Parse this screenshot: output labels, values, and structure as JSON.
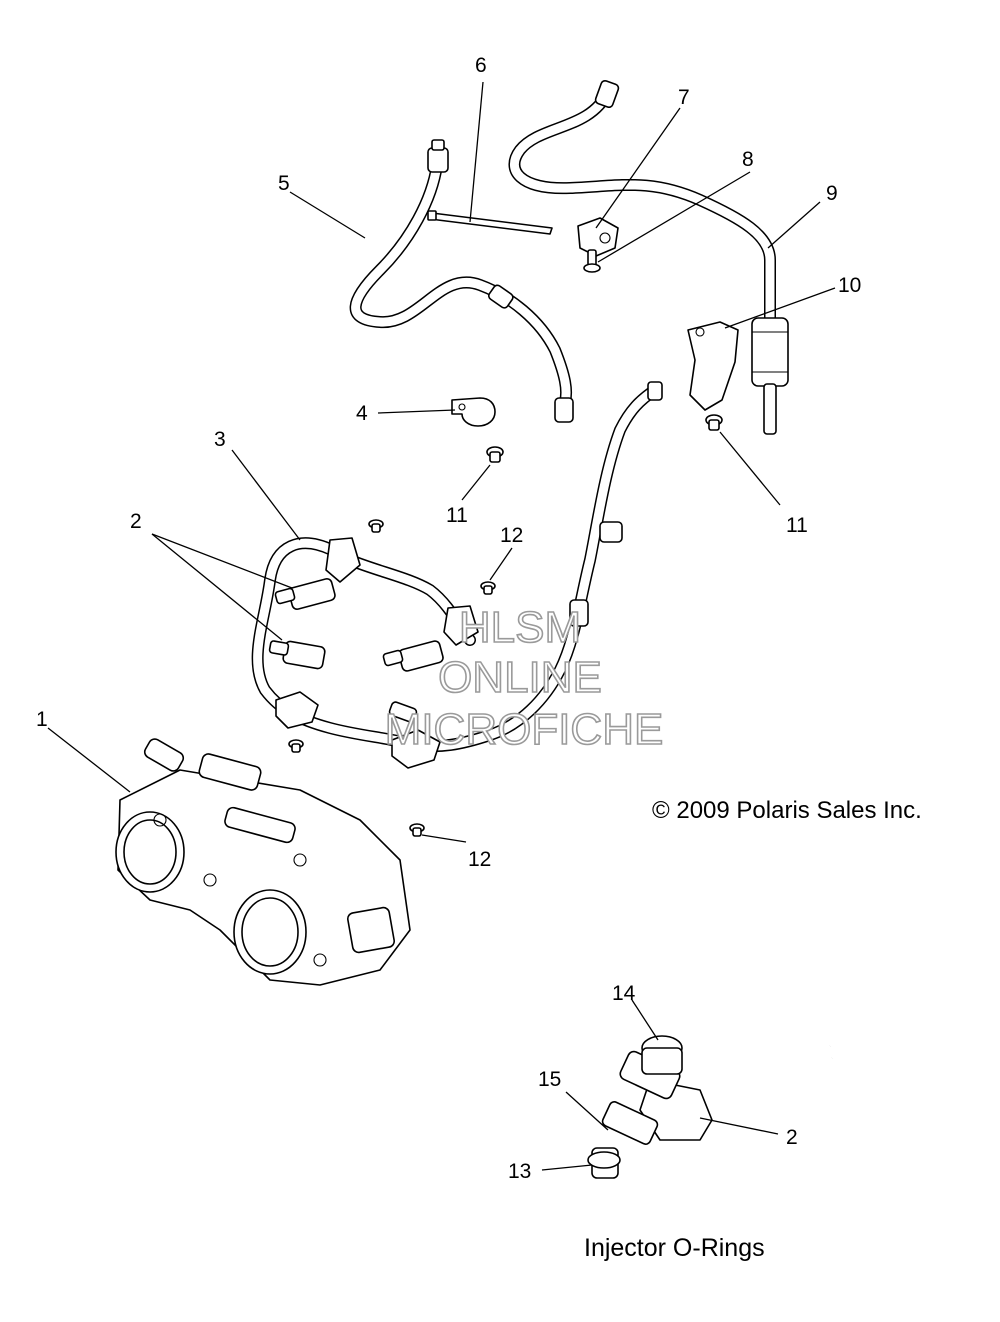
{
  "callouts": {
    "c1": "1",
    "c2a": "2",
    "c2b": "2",
    "c3": "3",
    "c4": "4",
    "c5": "5",
    "c6": "6",
    "c7": "7",
    "c8": "8",
    "c9": "9",
    "c10": "10",
    "c11a": "11",
    "c11b": "11",
    "c12a": "12",
    "c12b": "12",
    "c13": "13",
    "c14": "14",
    "c15": "15"
  },
  "copyright": "© 2009 Polaris Sales Inc.",
  "watermark": {
    "line1": "HLSM",
    "line2": "ONLINE",
    "line3": "MICROFICHE"
  },
  "inset_caption": "Injector O-Rings"
}
